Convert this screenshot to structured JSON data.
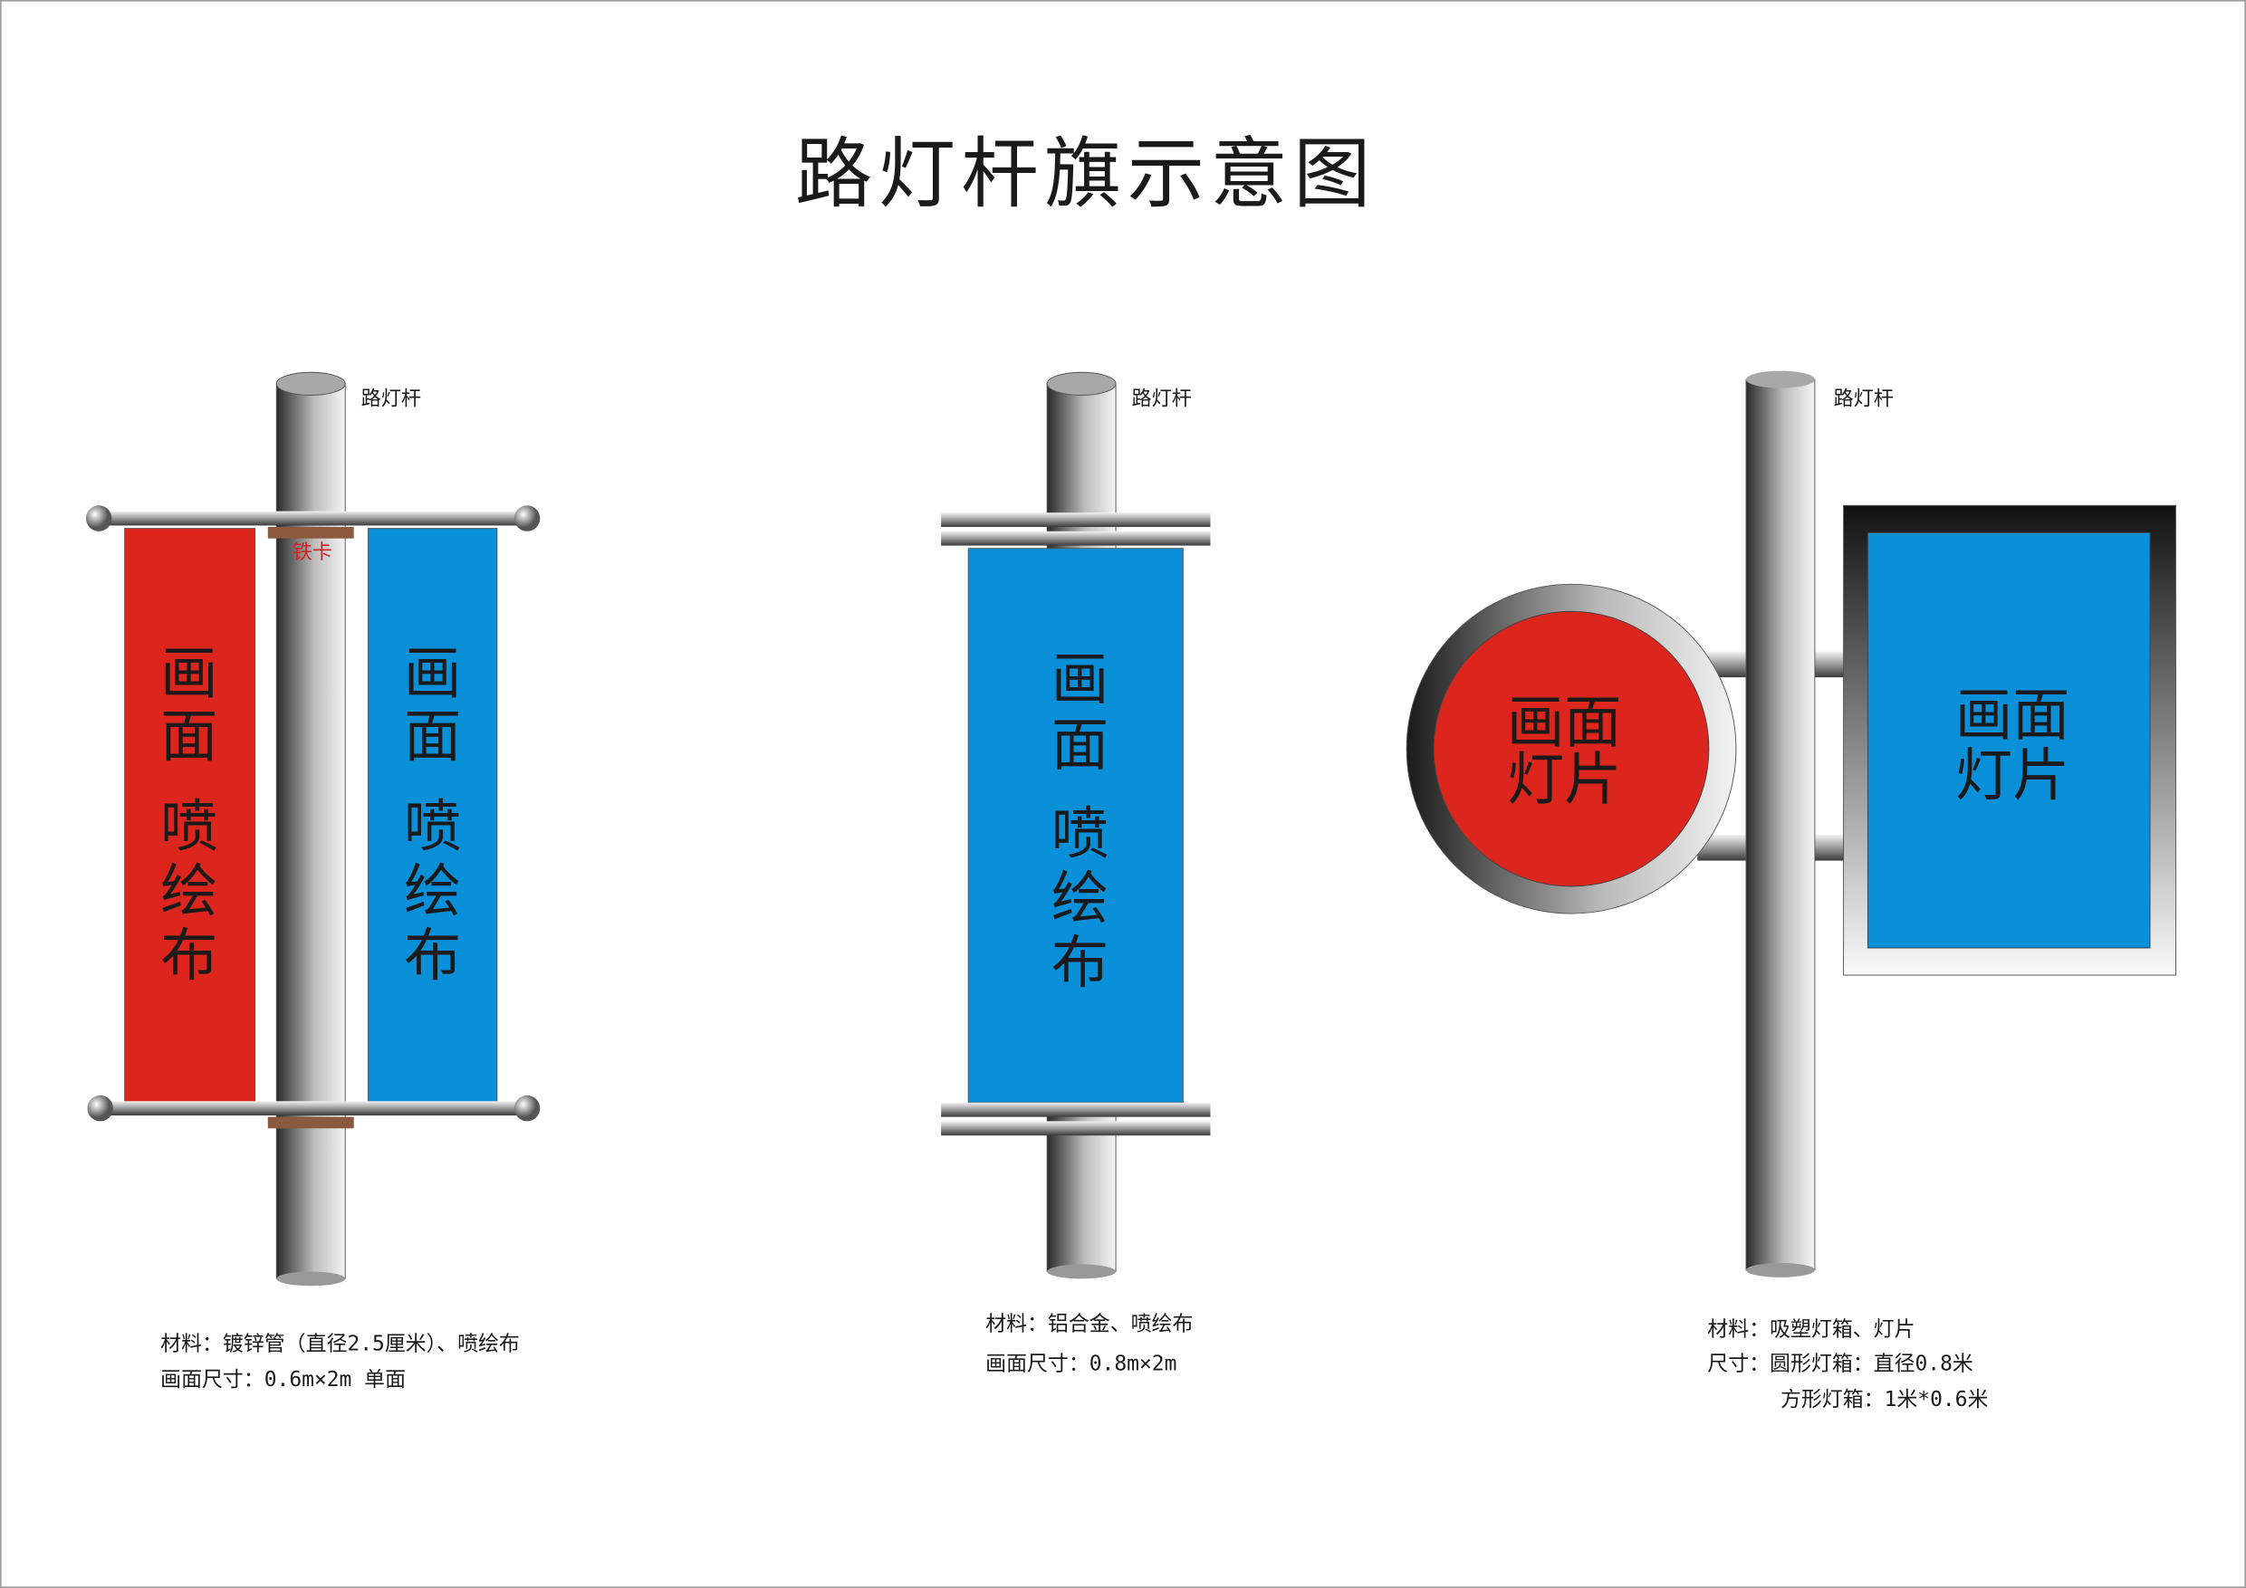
{
  "title": "路灯杆旗示意图",
  "pole_label": "路灯杆",
  "colors": {
    "red": "#db251d",
    "blue": "#0a8fd9",
    "bracket": "#8b5a3c"
  },
  "panel1": {
    "clamp_label": "铁卡",
    "banner_chars": [
      "画",
      "面",
      "喷",
      "绘",
      "布"
    ],
    "caption_material": "材料：镀锌管（直径2.5厘米）、喷绘布",
    "caption_size": "画面尺寸：0.6m×2m  单面"
  },
  "panel2": {
    "banner_chars": [
      "画",
      "面",
      "喷",
      "绘",
      "布"
    ],
    "caption_material": "材料：铝合金、喷绘布",
    "caption_size": "画面尺寸：0.8m×2m"
  },
  "panel3": {
    "circle_lines": [
      "画面",
      "灯片"
    ],
    "square_lines": [
      "画面",
      "灯片"
    ],
    "caption_material": "材料：吸塑灯箱、灯片",
    "caption_size": "尺寸：圆形灯箱：直径0.8米",
    "caption_size2": "方形灯箱：1米*0.6米"
  }
}
